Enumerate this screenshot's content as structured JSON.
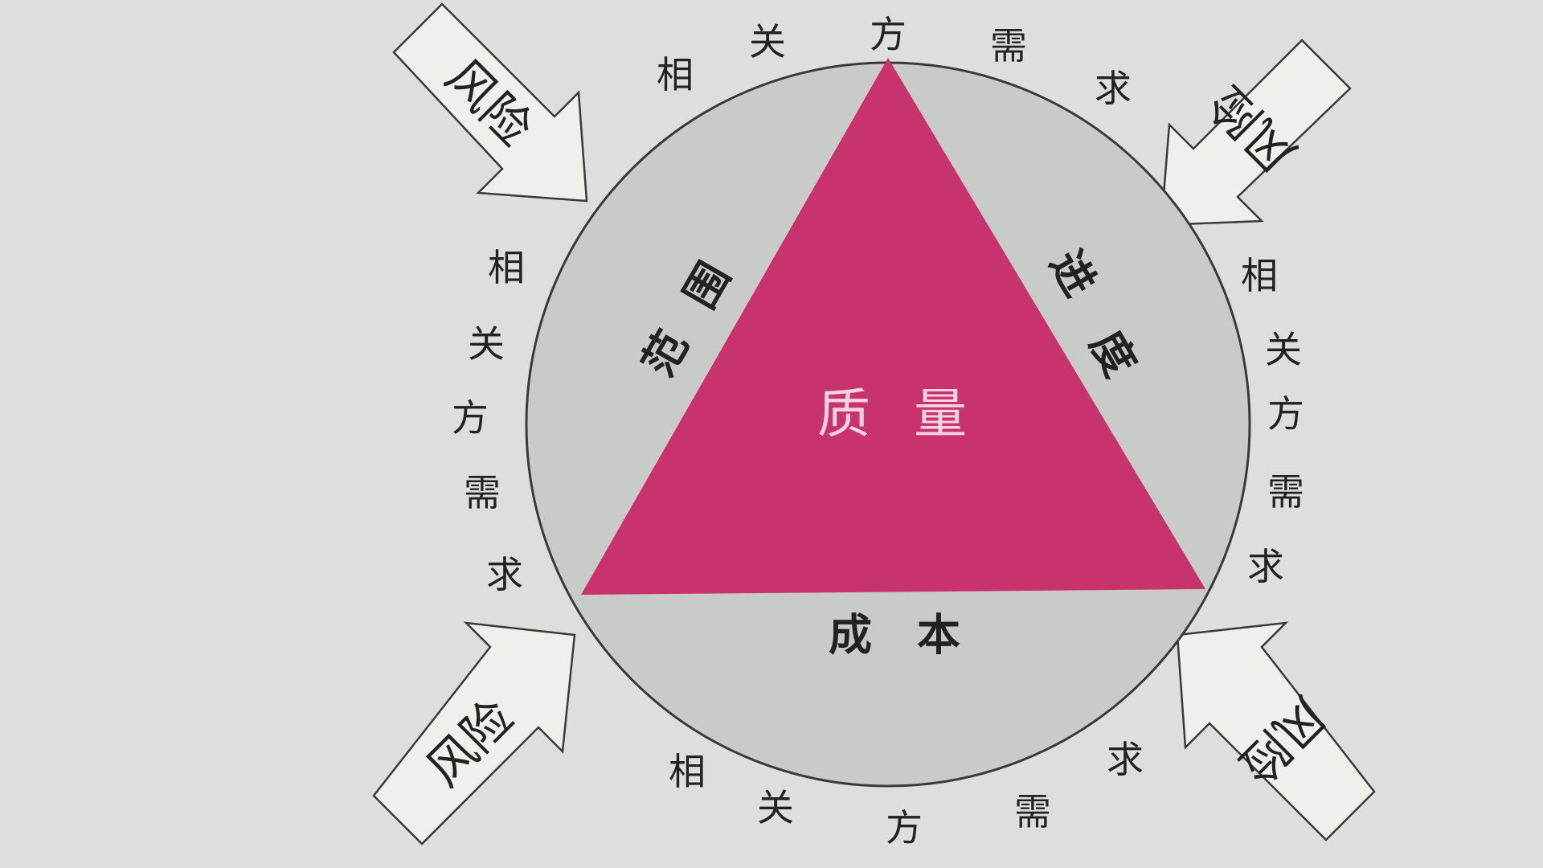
{
  "stakeholder_text": "相关方需求",
  "stakeholder_groups": [
    {
      "id": "top",
      "chars": [
        "相",
        "关",
        "方",
        "需",
        "求"
      ]
    },
    {
      "id": "left",
      "chars": [
        "相",
        "关",
        "方",
        "需",
        "求"
      ]
    },
    {
      "id": "right",
      "chars": [
        "相",
        "关",
        "方",
        "需",
        "求"
      ]
    },
    {
      "id": "bottom",
      "chars": [
        "相",
        "关",
        "方",
        "需",
        "求"
      ]
    }
  ],
  "triangle": {
    "center_label": "质量",
    "center_chars": [
      "质",
      "量"
    ],
    "left_edge_label": "范围",
    "left_edge_chars": [
      "范",
      "围"
    ],
    "right_edge_label": "进度",
    "right_edge_chars": [
      "进",
      "度"
    ],
    "bottom_edge_label": "成本",
    "bottom_edge_chars": [
      "成",
      "本"
    ]
  },
  "risk_arrows": [
    {
      "id": "top-left",
      "label": "风险"
    },
    {
      "id": "top-right",
      "label": "风险"
    },
    {
      "id": "bottom-left",
      "label": "风险"
    },
    {
      "id": "bottom-right",
      "label": "风险"
    }
  ],
  "colors": {
    "background": "#dcdfdb",
    "circle_fill": "#c9cbc8",
    "circle_stroke": "#3a3a3a",
    "triangle_fill": "#c8336d",
    "center_text": "#f6d3e0",
    "arrow_fill": "#eef0ec",
    "text": "#222222"
  }
}
